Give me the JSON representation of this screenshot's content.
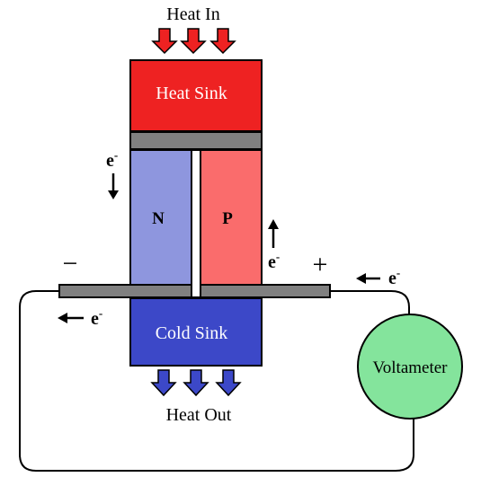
{
  "labels": {
    "heat_in": "Heat In",
    "heat_sink": "Heat Sink",
    "n_type": "N",
    "p_type": "P",
    "cold_sink": "Cold Sink",
    "heat_out": "Heat Out",
    "voltameter": "Voltameter",
    "minus_terminal": "−",
    "plus_terminal": "+",
    "electron": "e",
    "electron_sup": "-"
  },
  "colors": {
    "heat_sink": "#ee2222",
    "n_type": "#8e96de",
    "p_type": "#fa6c6c",
    "cold_sink": "#3c48c8",
    "connector": "#808080",
    "voltameter": "#84e49c",
    "heat_arrow": "#ee2222",
    "cold_arrow": "#3c48c8"
  },
  "icons": {
    "heat_in_arrows": "down-arrow-icon",
    "heat_out_arrows": "down-arrow-icon",
    "electron_flow": "arrow-icon"
  }
}
